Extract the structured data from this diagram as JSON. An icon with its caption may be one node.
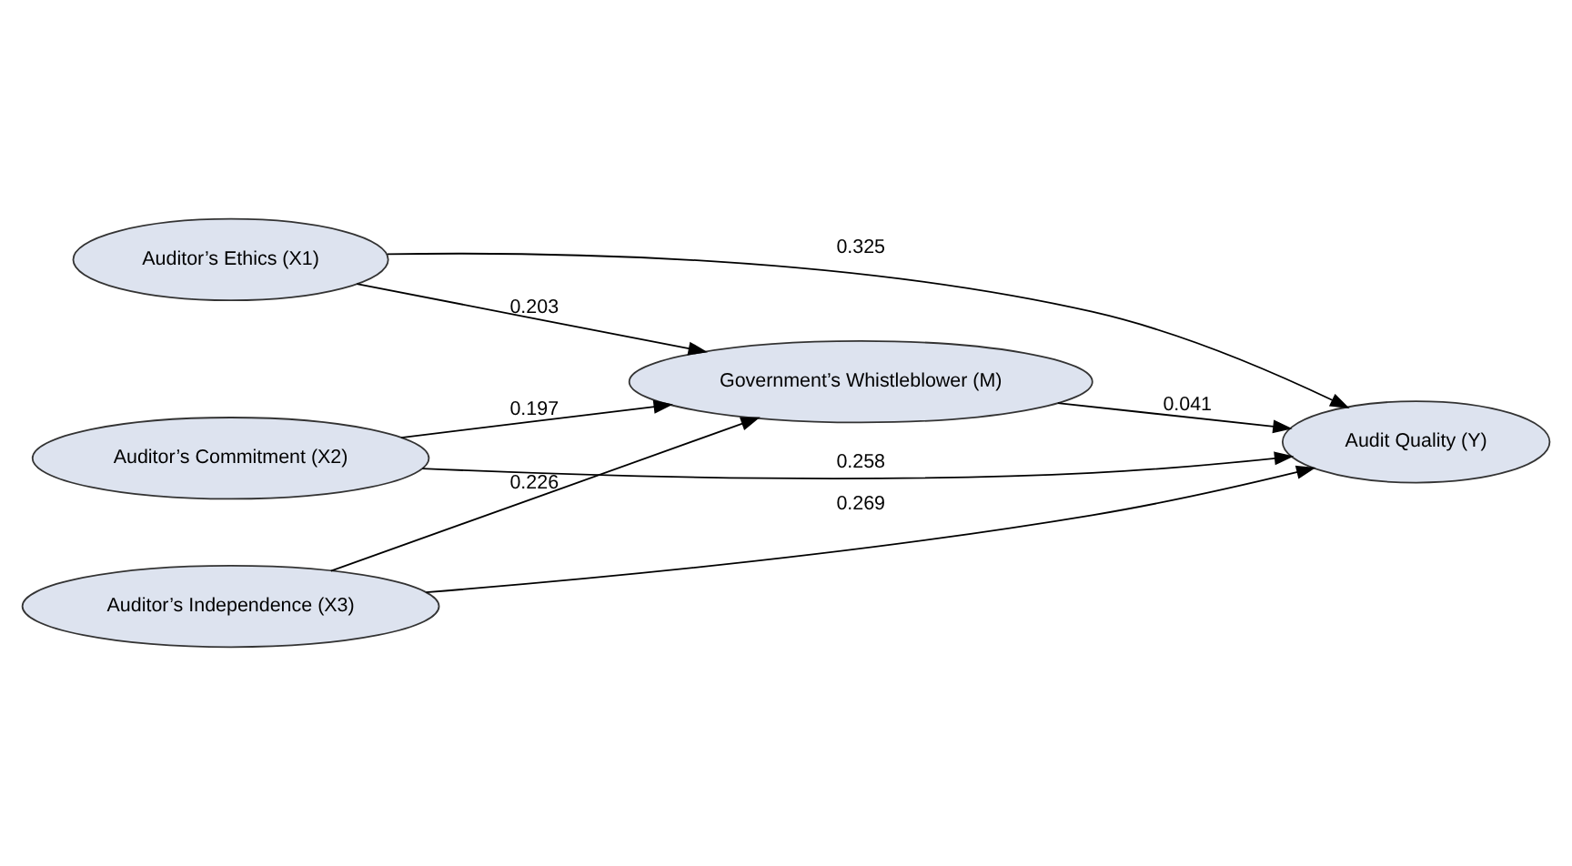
{
  "diagram": {
    "nodes": [
      {
        "text": [
          "Auditor’s Ethics (X1)"
        ]
      },
      {
        "text": [
          "Auditor’s Commitment (X2)"
        ]
      },
      {
        "text": [
          "Government’s Whistleblower (M)"
        ]
      },
      {
        "text": [
          "Audit Quality (Y)"
        ]
      },
      {
        "text": [
          "Auditor’s Independence (X3)"
        ]
      }
    ],
    "edges": [
      {
        "from": 0,
        "to": 3,
        "arrow": "to",
        "label": "0.325"
      },
      {
        "from": 0,
        "to": 2,
        "arrow": "to",
        "label": "0.203"
      },
      {
        "from": 1,
        "to": 3,
        "arrow": "to",
        "label": "0.258"
      },
      {
        "from": 1,
        "to": 2,
        "arrow": "to",
        "label": "0.197"
      },
      {
        "from": 2,
        "to": 3,
        "arrow": "to",
        "label": "0.041"
      },
      {
        "from": 4,
        "to": 2,
        "arrow": "to",
        "label": "0.226"
      },
      {
        "from": 4,
        "to": 3,
        "arrow": "to",
        "label": "0.269"
      }
    ]
  }
}
